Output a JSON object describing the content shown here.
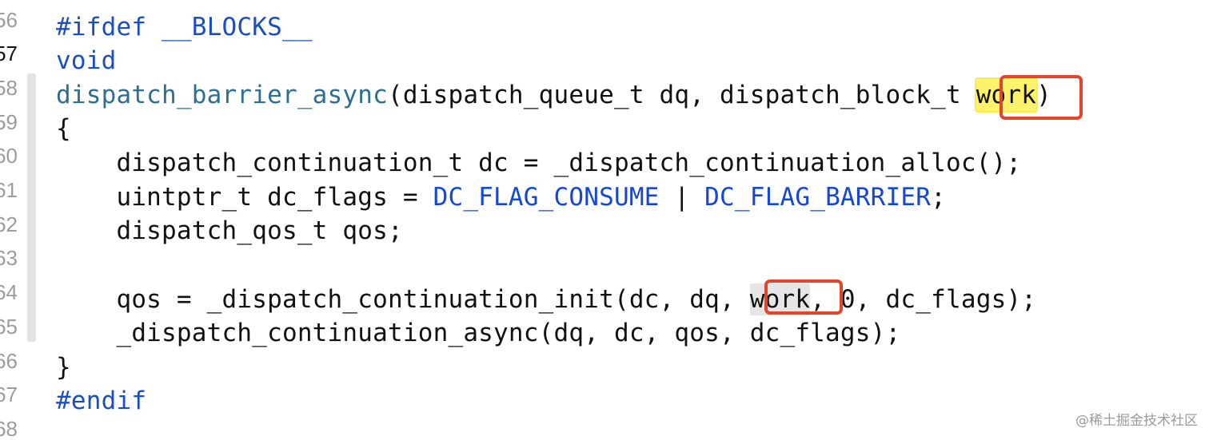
{
  "editor": {
    "line_numbers": [
      "56",
      "57",
      "58",
      "59",
      "60",
      "61",
      "62",
      "63",
      "64",
      "65",
      "66",
      "67",
      "68"
    ],
    "current_line": "57",
    "lines": {
      "l1": {
        "pre": "#ifdef",
        "rest": " __BLOCKS__"
      },
      "l2": {
        "kw": "void"
      },
      "l3": {
        "fn": "dispatch_barrier_async",
        "args": "(dispatch_queue_t dq, dispatch_block_t ",
        "param": "work",
        "close": ")"
      },
      "l4": {
        "text": "{"
      },
      "l5": {
        "text": "    dispatch_continuation_t dc = _dispatch_continuation_alloc();"
      },
      "l6": {
        "lead": "    uintptr_t dc_flags = ",
        "macro1": "DC_FLAG_CONSUME",
        "mid": " | ",
        "macro2": "DC_FLAG_BARRIER",
        "end": ";"
      },
      "l7": {
        "text": "    dispatch_qos_t qos;"
      },
      "l8": {
        "text": ""
      },
      "l9": {
        "lead": "    qos = _dispatch_continuation_init(dc, dq, ",
        "param": "work",
        "end": ", 0, dc_flags);"
      },
      "l10": {
        "text": "    _dispatch_continuation_async(dq, dc, qos, dc_flags);"
      },
      "l11": {
        "text": "}"
      },
      "l12": {
        "pre": "#endif"
      }
    }
  },
  "colors": {
    "preprocessor": "#1a4fc4",
    "function_name": "#2e6f91",
    "macro": "#1547d6",
    "annotation_box": "#e2442c",
    "highlight_yellow": "#fdf36a"
  },
  "watermark": "@稀土掘金技术社区"
}
